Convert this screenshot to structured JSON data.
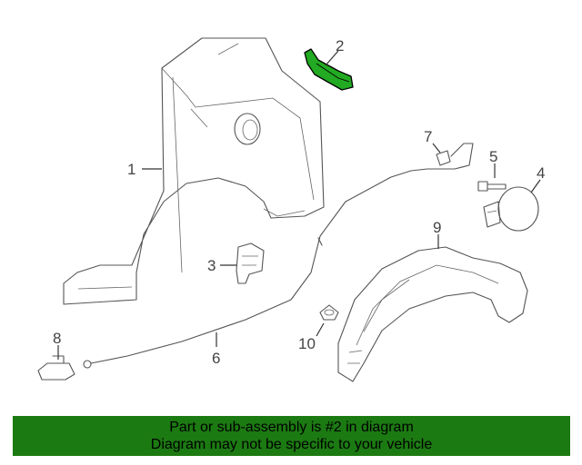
{
  "callouts": {
    "c1": "1",
    "c2": "2",
    "c3": "3",
    "c4": "4",
    "c5": "5",
    "c6": "6",
    "c7": "7",
    "c8": "8",
    "c9": "9",
    "c10": "10"
  },
  "highlight_part": "2",
  "colors": {
    "highlight": "#22aa22",
    "banner": "#1c7a12",
    "line": "#555555"
  },
  "banner": {
    "line1": "Part or sub-assembly is #2 in diagram",
    "line2": "Diagram may not be specific to your vehicle"
  }
}
